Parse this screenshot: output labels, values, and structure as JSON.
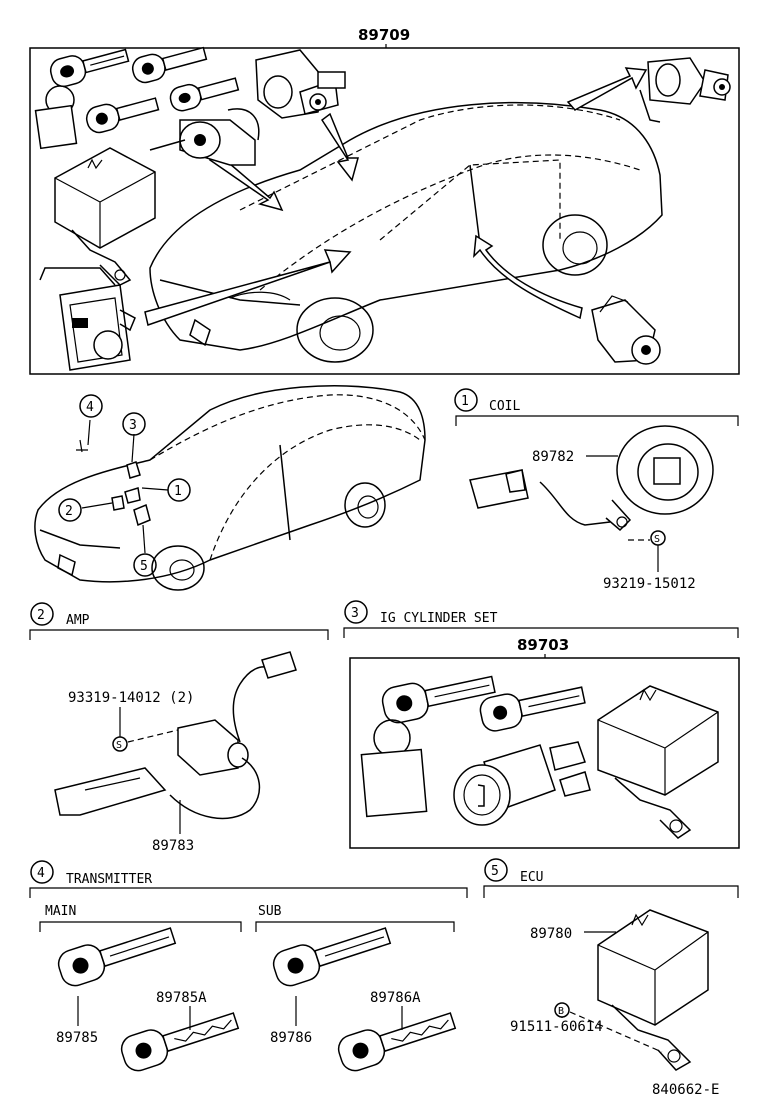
{
  "top": {
    "assembly_number": "89709"
  },
  "callouts": [
    "1",
    "2",
    "3",
    "4",
    "5"
  ],
  "sections": {
    "coil": {
      "index": "1",
      "title": "COIL",
      "parts": [
        "89782",
        "93219-15012"
      ],
      "marker": "S"
    },
    "amp": {
      "index": "2",
      "title": "AMP",
      "parts": [
        "93319-14012 (2)",
        "89783"
      ],
      "marker": "S"
    },
    "ig_cylinder": {
      "index": "3",
      "title": "IG CYLINDER SET",
      "parts": [
        "89703"
      ]
    },
    "transmitter": {
      "index": "4",
      "title": "TRANSMITTER",
      "main": {
        "title": "MAIN",
        "parts": [
          "89785A",
          "89785"
        ]
      },
      "sub": {
        "title": "SUB",
        "parts": [
          "89786A",
          "89786"
        ]
      }
    },
    "ecu": {
      "index": "5",
      "title": "ECU",
      "parts": [
        "89780",
        "91511-60614"
      ],
      "marker": "B"
    }
  },
  "footer": {
    "code": "840662-E"
  }
}
